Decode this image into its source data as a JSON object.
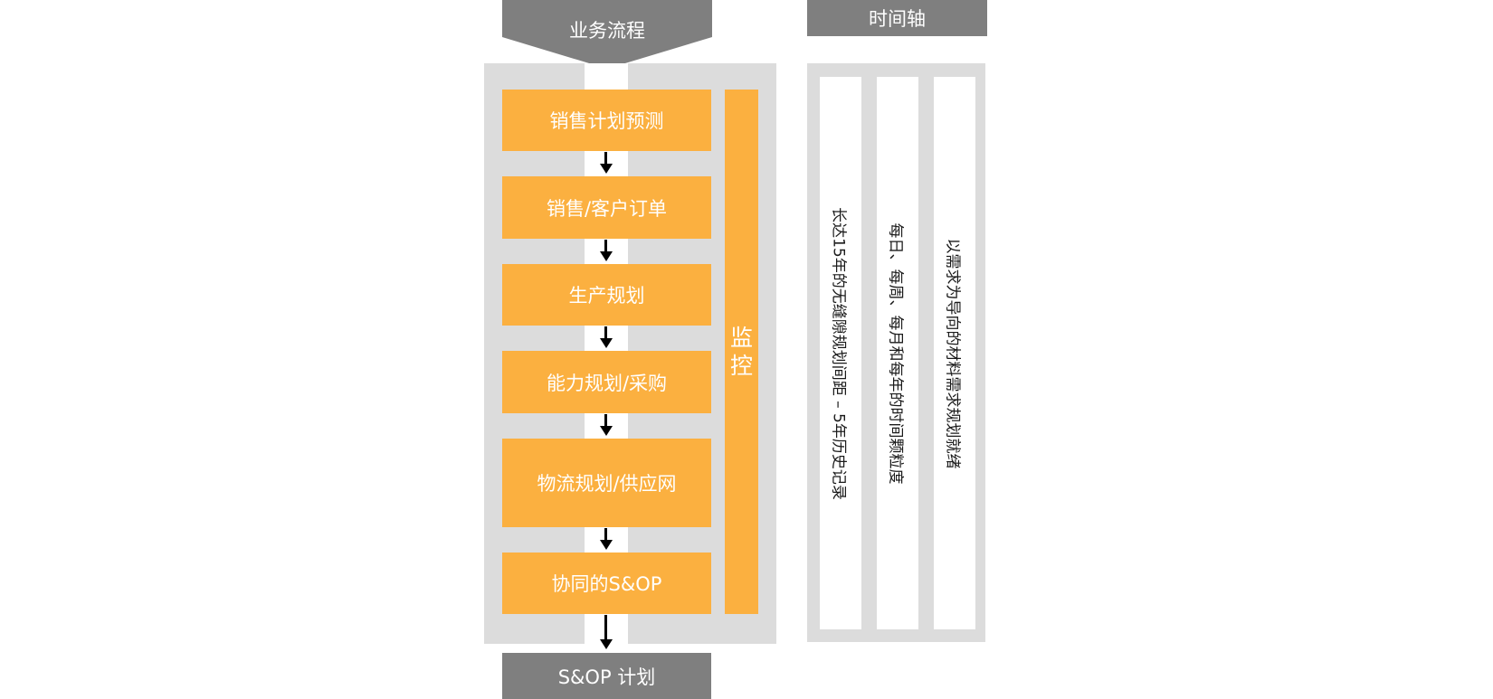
{
  "process": {
    "header": "业务流程",
    "steps": [
      "销售计划预测",
      "销售/客户订单",
      "生产规划",
      "能力规划/采购",
      "物流规划/供应网",
      "协同的S&OP"
    ],
    "monitor_label": "监\n控",
    "output": "S&OP 计划"
  },
  "timeline": {
    "header": "时间轴",
    "columns": [
      "长达15年的无缝隙规划间距 – 5年历史记录",
      "每日、每周、每月和每年的时间颗粒度",
      "以需求为导向的材料需求规划就绪"
    ]
  },
  "colors": {
    "header_gray": "#7f7f7f",
    "panel_gray": "#dcdcdc",
    "step_orange": "#fbb040",
    "arrow": "#000000"
  }
}
